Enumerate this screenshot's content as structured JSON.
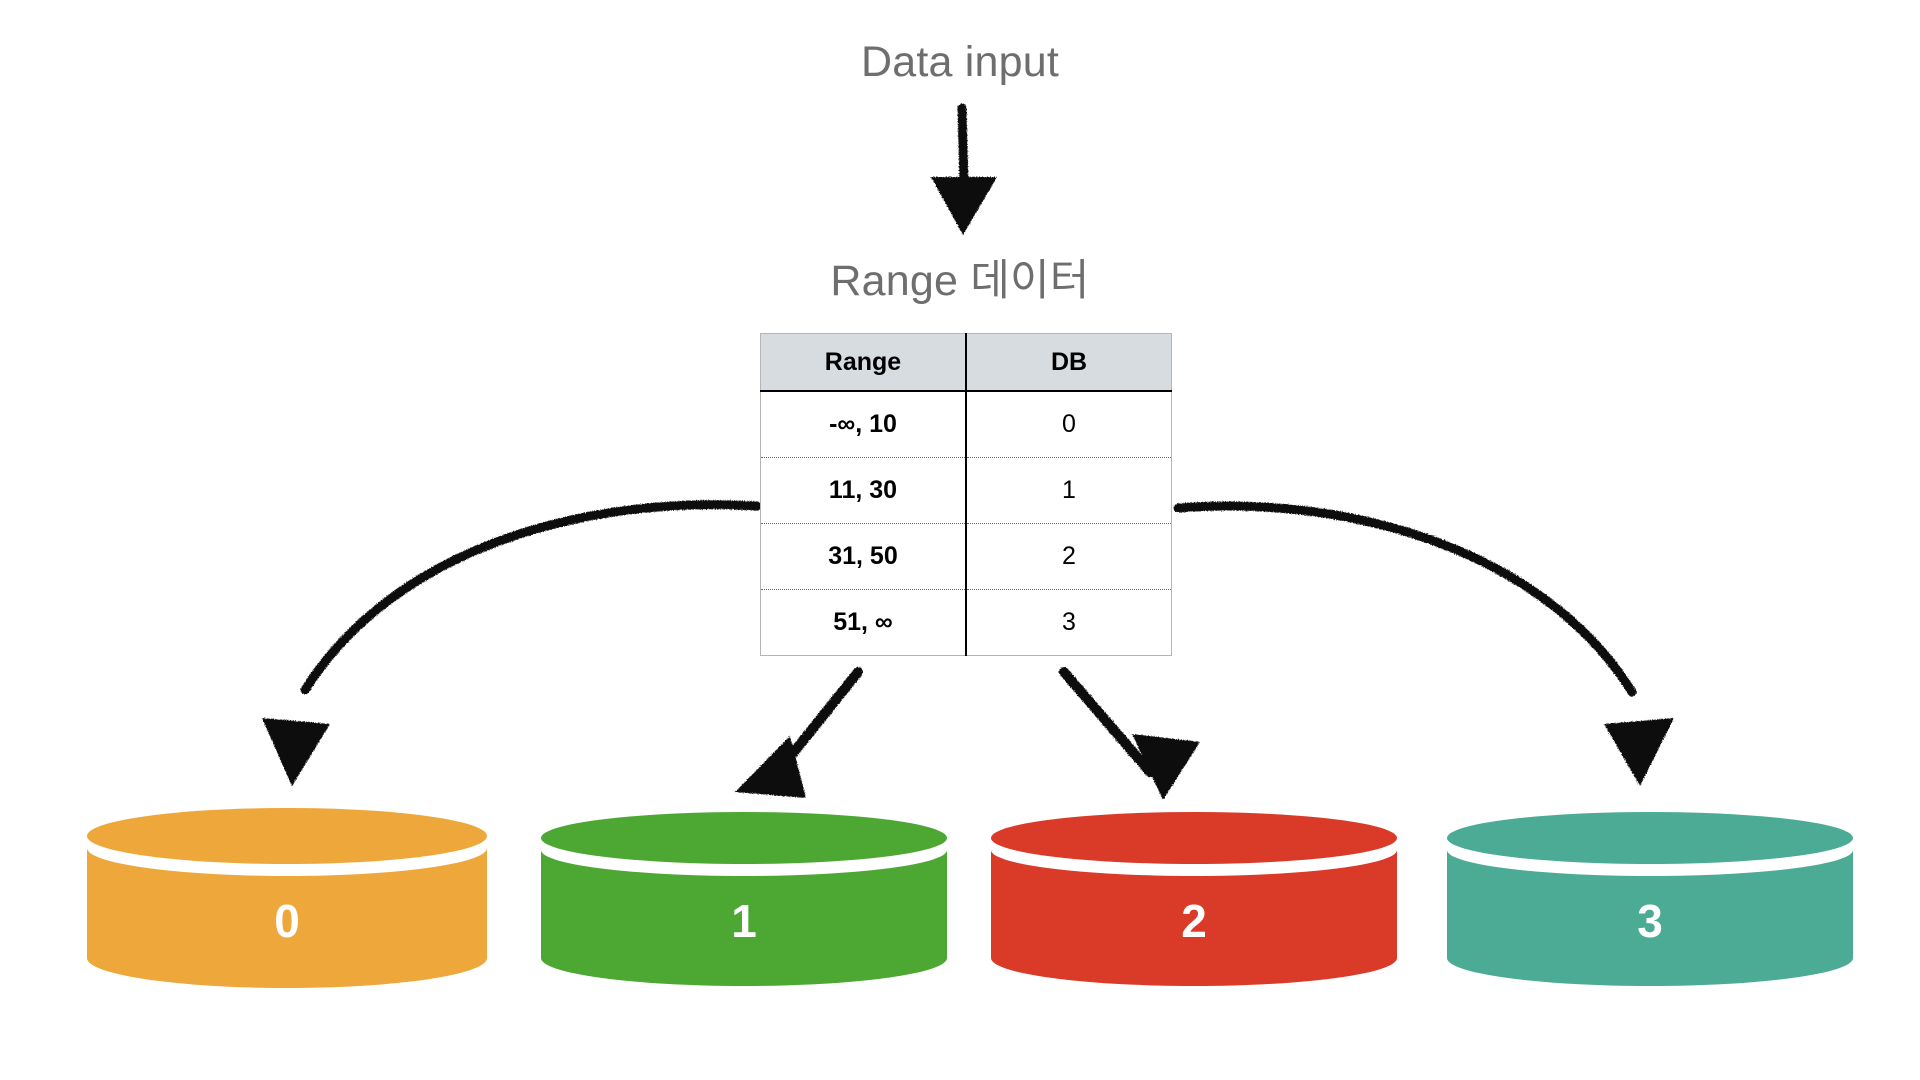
{
  "diagram": {
    "title": "Data input",
    "subtitle": "Range 데이터",
    "background_color": "#ffffff",
    "heading_color": "#6e6e6e",
    "arrow_color": "#111111"
  },
  "table": {
    "name": "range-routing-table",
    "header_background": "#d6dce0",
    "border_color": "#b5b5b5",
    "columns": [
      "Range",
      "DB"
    ],
    "rows": [
      {
        "range": "-∞, 10",
        "db": "0"
      },
      {
        "range": "11, 30",
        "db": "1"
      },
      {
        "range": "31, 50",
        "db": "2"
      },
      {
        "range": "51, ∞",
        "db": "3"
      }
    ]
  },
  "databases": [
    {
      "label": "0",
      "color": "#eda73b",
      "range": "-∞, 10"
    },
    {
      "label": "1",
      "color": "#4ca833",
      "range": "11, 30"
    },
    {
      "label": "2",
      "color": "#d93b28",
      "range": "31, 50"
    },
    {
      "label": "3",
      "color": "#4bab94",
      "range": "51, ∞"
    }
  ],
  "arrows": [
    {
      "name": "arrow-input-to-table",
      "from": "Data input",
      "to": "Range 데이터"
    },
    {
      "name": "arrow-table-to-db-0",
      "from": "Range 데이터",
      "to": "0"
    },
    {
      "name": "arrow-table-to-db-1",
      "from": "Range 데이터",
      "to": "1"
    },
    {
      "name": "arrow-table-to-db-2",
      "from": "Range 데이터",
      "to": "2"
    },
    {
      "name": "arrow-table-to-db-3",
      "from": "Range 데이터",
      "to": "3"
    }
  ]
}
